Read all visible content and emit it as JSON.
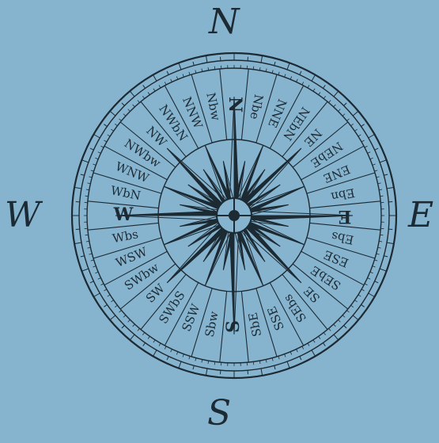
{
  "cardinals": {
    "north": "N",
    "south": "S",
    "west": "W",
    "east": "E"
  },
  "points": [
    "N",
    "Nbe",
    "NNE",
    "NEbN",
    "NE",
    "NEbE",
    "ENE",
    "Ebn",
    "E",
    "Ebs",
    "ESE",
    "SEbE",
    "SE",
    "SEbs",
    "SSE",
    "SbE",
    "S",
    "Sbw",
    "SSW",
    "SWbS",
    "SW",
    "SWbw",
    "WSW",
    "Wbs",
    "W",
    "WbN",
    "WNW",
    "NWbw",
    "NW",
    "NWbN",
    "NNW",
    "Nbw"
  ],
  "colors": {
    "background": "#86b4cf",
    "ink": "#1c2a33"
  },
  "icons": {
    "rose": "compass-rose-icon"
  }
}
